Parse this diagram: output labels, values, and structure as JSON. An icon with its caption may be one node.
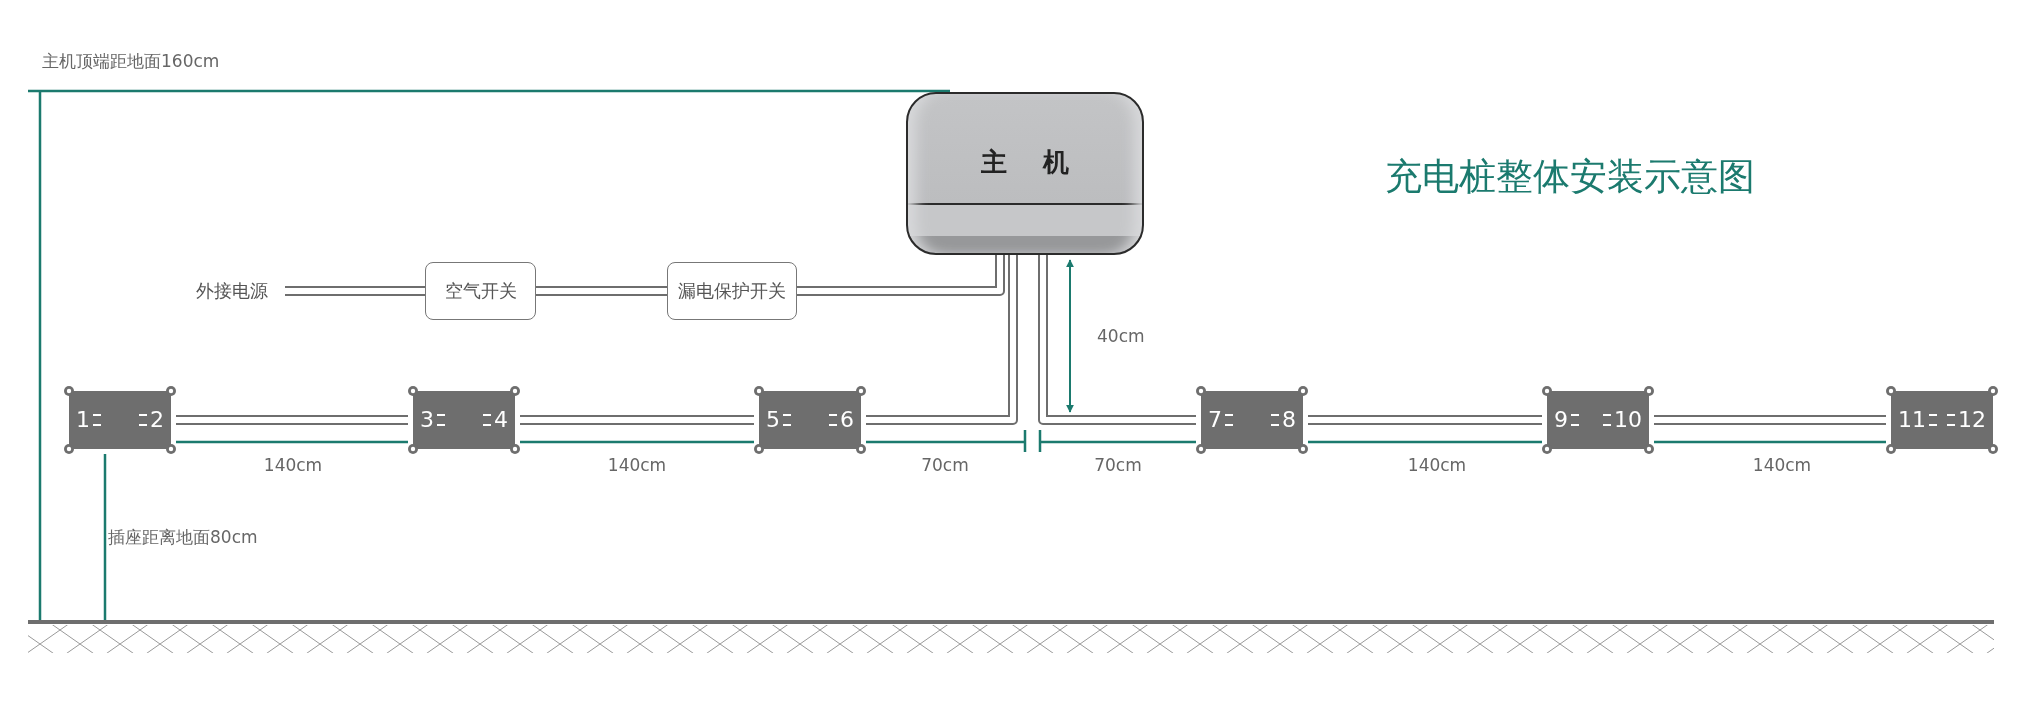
{
  "diagram": {
    "title": "充电桩整体安装示意图",
    "nodes": [
      {
        "text": [
          "主机"
        ]
      },
      {
        "text": [
          "外接电源"
        ]
      },
      {
        "text": [
          "空气开关"
        ]
      },
      {
        "text": [
          "漏电保护开关"
        ]
      },
      {
        "text": [
          "1",
          "2"
        ]
      },
      {
        "text": [
          "3",
          "4"
        ]
      },
      {
        "text": [
          "5",
          "6"
        ]
      },
      {
        "text": [
          "7",
          "8"
        ]
      },
      {
        "text": [
          "9",
          "10"
        ]
      },
      {
        "text": [
          "11",
          "12"
        ]
      }
    ],
    "edges": [
      {
        "from": 1,
        "to": 2,
        "arrow": "none"
      },
      {
        "from": 2,
        "to": 3,
        "arrow": "none"
      },
      {
        "from": 3,
        "to": 0,
        "arrow": "none"
      },
      {
        "from": 0,
        "to": 6,
        "arrow": "none"
      },
      {
        "from": 6,
        "to": 5,
        "arrow": "none"
      },
      {
        "from": 5,
        "to": 4,
        "arrow": "none"
      },
      {
        "from": 0,
        "to": 7,
        "arrow": "none"
      },
      {
        "from": 7,
        "to": 8,
        "arrow": "none"
      },
      {
        "from": 8,
        "to": 9,
        "arrow": "none"
      }
    ],
    "labels": [
      "主机顶端距地面160cm",
      "40cm",
      "140cm",
      "140cm",
      "70cm",
      "70cm",
      "140cm",
      "140cm",
      "插座距离地面80cm"
    ]
  }
}
